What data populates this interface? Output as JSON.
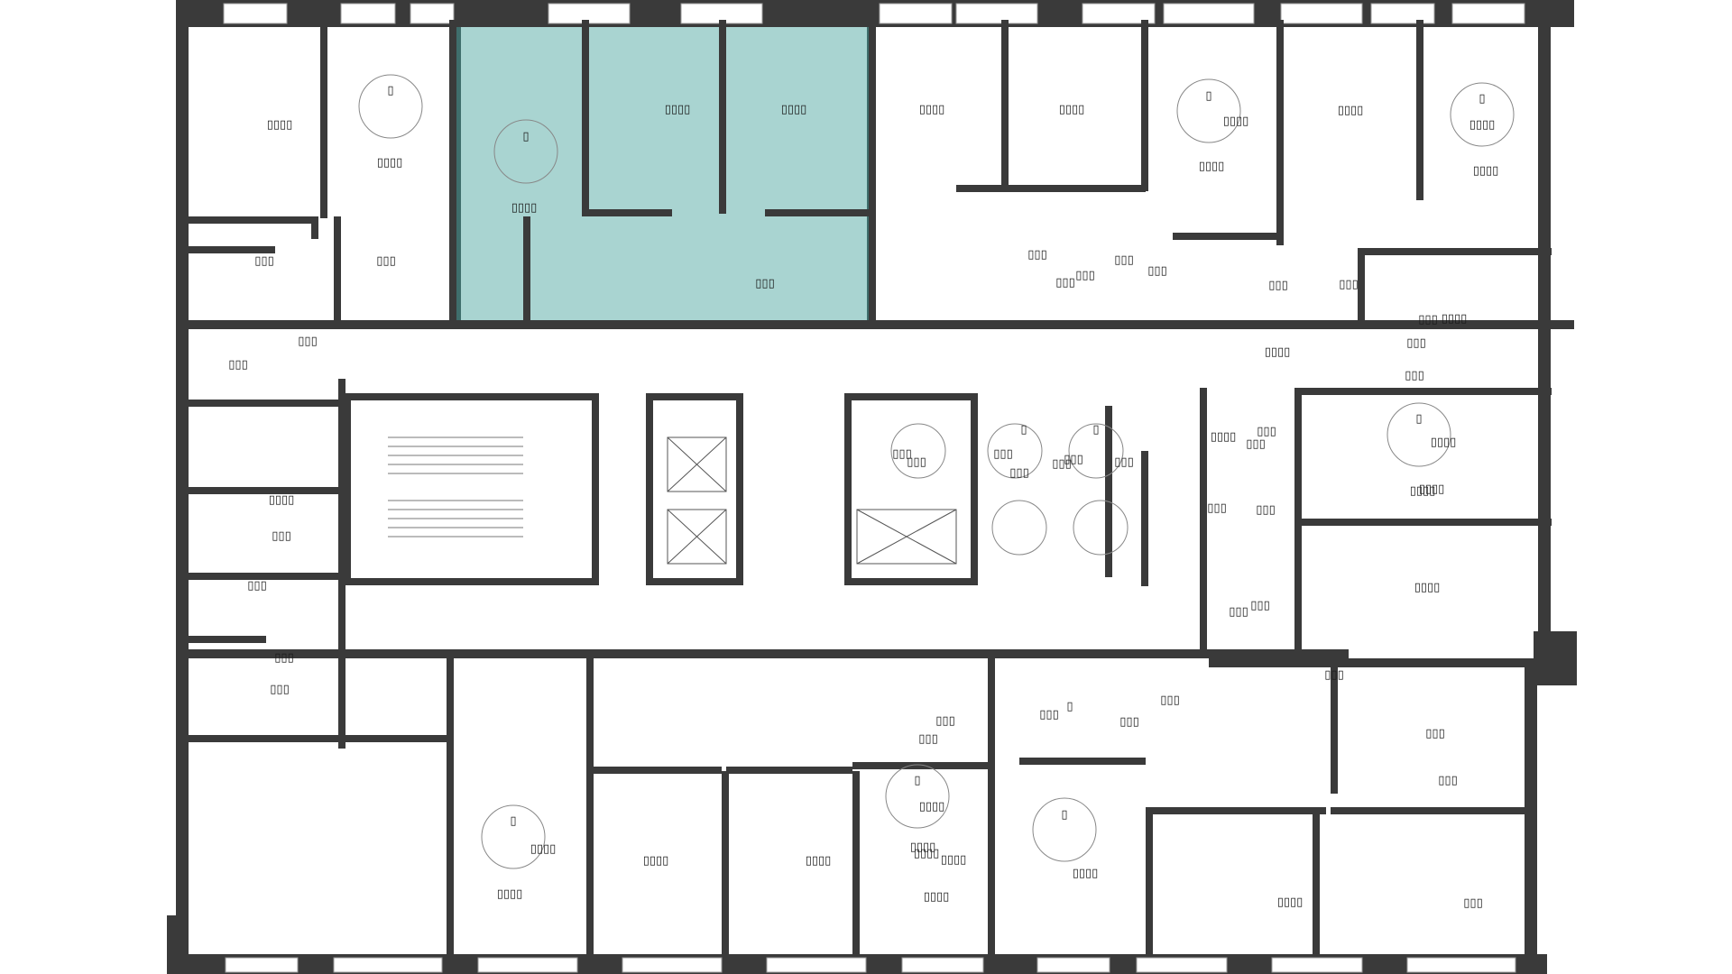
{
  "colors": {
    "wall": "#3a3a3a",
    "highlight": "#a9d4d1",
    "highlight_border": "#3f6e6c",
    "fixture": "#9a9a9a",
    "window": "#ffffff"
  },
  "rooms": [
    {
      "id": "r1",
      "label": "▯▯▯▯"
    },
    {
      "id": "r2",
      "label": "▯▯▯▯"
    },
    {
      "id": "r3",
      "label": "▯▯▯▯"
    },
    {
      "id": "r4",
      "label": "▯▯▯▯"
    },
    {
      "id": "r5",
      "label": "▯▯▯▯"
    },
    {
      "id": "r6",
      "label": "▯▯▯▯"
    },
    {
      "id": "r7",
      "label": "▯▯▯▯"
    },
    {
      "id": "r8",
      "label": "▯▯▯▯"
    },
    {
      "id": "r9",
      "label": "▯▯▯▯"
    },
    {
      "id": "r10",
      "label": "▯▯▯▯"
    },
    {
      "id": "r11",
      "label": "▯▯▯▯"
    },
    {
      "id": "r12",
      "label": "▯▯▯▯"
    },
    {
      "id": "r13",
      "label": "▯▯▯▯"
    },
    {
      "id": "r14",
      "label": "▯▯▯"
    },
    {
      "id": "r15",
      "label": "▯▯▯"
    },
    {
      "id": "r16",
      "label": "▯▯▯"
    },
    {
      "id": "r17",
      "label": "▯▯▯"
    },
    {
      "id": "r18",
      "label": "▯▯▯"
    },
    {
      "id": "r19",
      "label": "▯▯▯"
    },
    {
      "id": "r20",
      "label": "▯▯▯"
    },
    {
      "id": "r21",
      "label": "▯▯▯"
    },
    {
      "id": "r22",
      "label": "▯▯▯"
    },
    {
      "id": "r23",
      "label": "▯▯▯"
    },
    {
      "id": "r24",
      "label": "▯▯▯▯"
    },
    {
      "id": "r25",
      "label": "▯▯▯"
    },
    {
      "id": "r26",
      "label": "▯▯▯"
    },
    {
      "id": "r27",
      "label": "▯▯▯"
    },
    {
      "id": "r28",
      "label": "▯▯▯"
    },
    {
      "id": "r29",
      "label": "▯▯▯▯"
    },
    {
      "id": "r30",
      "label": "▯▯▯▯"
    },
    {
      "id": "r31",
      "label": "▯▯▯▯"
    },
    {
      "id": "r32",
      "label": "▯▯▯▯"
    },
    {
      "id": "r33",
      "label": "▯▯▯"
    },
    {
      "id": "r34",
      "label": "▯▯▯"
    },
    {
      "id": "r35",
      "label": "▯▯▯"
    },
    {
      "id": "r36",
      "label": "▯▯▯"
    },
    {
      "id": "r37",
      "label": "▯▯▯▯"
    },
    {
      "id": "r38",
      "label": "▯▯▯"
    },
    {
      "id": "r39",
      "label": "▯▯▯"
    },
    {
      "id": "r40",
      "label": "▯▯▯"
    },
    {
      "id": "r41",
      "label": "▯▯▯"
    },
    {
      "id": "r42",
      "label": "▯▯▯"
    },
    {
      "id": "r43",
      "label": "▯▯▯▯"
    },
    {
      "id": "r44",
      "label": "▯▯▯▯"
    },
    {
      "id": "r45",
      "label": "▯▯▯▯"
    },
    {
      "id": "r46",
      "label": "▯▯▯▯"
    },
    {
      "id": "r47",
      "label": "▯▯▯▯"
    },
    {
      "id": "r48",
      "label": "▯▯▯▯"
    },
    {
      "id": "r49",
      "label": "▯▯▯▯"
    },
    {
      "id": "r50",
      "label": "▯▯▯▯"
    },
    {
      "id": "r51",
      "label": "▯▯▯▯"
    },
    {
      "id": "r52",
      "label": "▯▯▯▯"
    },
    {
      "id": "r53",
      "label": "▯▯▯▯"
    },
    {
      "id": "r54",
      "label": "▯▯▯"
    },
    {
      "id": "r55",
      "label": "▯▯▯"
    },
    {
      "id": "r56",
      "label": "▯▯▯"
    },
    {
      "id": "r57",
      "label": "▯▯▯"
    },
    {
      "id": "r58",
      "label": "▯▯▯"
    },
    {
      "id": "r59",
      "label": "▯▯▯"
    },
    {
      "id": "r60",
      "label": "▯▯▯"
    },
    {
      "id": "r61",
      "label": "▯▯▯"
    },
    {
      "id": "r62",
      "label": "▯▯▯"
    },
    {
      "id": "r63",
      "label": "▯▯▯"
    },
    {
      "id": "r64",
      "label": "▯▯▯"
    },
    {
      "id": "r65",
      "label": "▯▯▯"
    },
    {
      "id": "r66",
      "label": "▯▯▯"
    },
    {
      "id": "r67",
      "label": "▯▯▯"
    },
    {
      "id": "r68",
      "label": "▯▯▯"
    },
    {
      "id": "r69",
      "label": "▯▯▯"
    },
    {
      "id": "r70",
      "label": "▯▯▯"
    },
    {
      "id": "r71",
      "label": "▯▯▯"
    },
    {
      "id": "r72",
      "label": "▯"
    },
    {
      "id": "r73",
      "label": "▯▯▯▯"
    }
  ],
  "tables": [
    {
      "id": "t1",
      "label": "▯"
    },
    {
      "id": "t2",
      "label": "▯"
    },
    {
      "id": "t3",
      "label": "▯"
    },
    {
      "id": "t4",
      "label": "▯"
    },
    {
      "id": "t5",
      "label": "▯"
    },
    {
      "id": "t6",
      "label": "▯"
    },
    {
      "id": "t7",
      "label": "▯"
    },
    {
      "id": "t8",
      "label": "▯"
    },
    {
      "id": "t9",
      "label": "▯"
    },
    {
      "id": "t10",
      "label": "▯"
    }
  ]
}
